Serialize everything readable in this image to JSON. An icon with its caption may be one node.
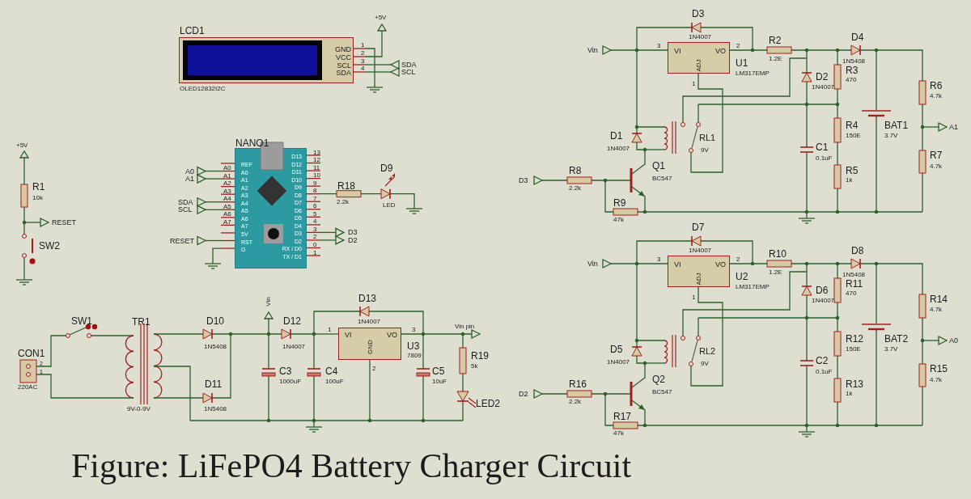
{
  "diagram": {
    "title": "Figure: LiFePO4 Battery Charger Circuit",
    "nodes": [
      {
        "text": [
          "LCD1",
          "GND",
          "VCC",
          "SCL",
          "SDA"
        ],
        "beside": [
          "OLED12832I2C"
        ]
      },
      {
        "text": [
          "NANO1",
          "REF",
          "A0",
          "A1",
          "A2",
          "A3",
          "A4",
          "A5",
          "A6",
          "A7",
          "5V",
          "RST",
          "G",
          "D13",
          "D12",
          "D11",
          "D10",
          "D9",
          "D8",
          "D7",
          "D6",
          "D5",
          "D4",
          "D3",
          "D2",
          "RX / D0",
          "TX / D1"
        ],
        "beside": [
          "A0",
          "A1",
          "A2",
          "A3",
          "A4",
          "A5",
          "A6",
          "A7",
          "13",
          "12",
          "11",
          "10",
          "9",
          "8",
          "7",
          "6",
          "5",
          "4",
          "3",
          "2",
          "0",
          "1"
        ]
      },
      {
        "text": [
          "VI",
          "VO",
          "ADJ"
        ],
        "beside": [
          "U1",
          "LM317EMP"
        ]
      },
      {
        "text": [
          "VI",
          "VO",
          "ADJ"
        ],
        "beside": [
          "U2",
          "LM317EMP"
        ]
      },
      {
        "text": [
          "VI",
          "VO",
          "GND"
        ],
        "beside": [
          "U3",
          "7809"
        ]
      }
    ],
    "labels": [
      "+5V",
      "1",
      "2",
      "3",
      "4",
      "SDA",
      "SCL",
      "+5V",
      "R1",
      "10k",
      "RESET",
      "SW2",
      "A0",
      "A1",
      "SDA",
      "SCL",
      "RESET",
      "R18",
      "2.2k",
      "D9",
      "LED",
      "D3",
      "D2",
      "SW1",
      "TR1",
      "D10",
      "1N5408",
      "Vin",
      "D12",
      "1N4007",
      "D13",
      "1N4007",
      "1",
      "3",
      "Vin pin",
      "CON1",
      "2",
      "1",
      "220AC",
      "C3",
      "1000uF",
      "C4",
      "100uF",
      "2",
      "C5",
      "10uF",
      "R19",
      "5k",
      "D11",
      "1N5408",
      "9V-0-9V",
      "LED2",
      "D3",
      "1N4007",
      "Vin",
      "3",
      "2",
      "1",
      "R2",
      "1.2E",
      "D4",
      "1N5408",
      "D2",
      "1N4007",
      "R3",
      "470",
      "R6",
      "4.7k",
      "BAT1",
      "3.7V",
      "A1",
      "R4",
      "150E",
      "RL1",
      "9V",
      "D1",
      "1N4007",
      "C1",
      "0.1uF",
      "R7",
      "4.7k",
      "Q1",
      "BC547",
      "R5",
      "1k",
      "D3",
      "R8",
      "2.2k",
      "R9",
      "47k",
      "D7",
      "1N4007",
      "Vin",
      "3",
      "2",
      "1",
      "R10",
      "1.2E",
      "D8",
      "1N5408",
      "D6",
      "1N4007",
      "R11",
      "470",
      "R14",
      "4.7k",
      "BAT2",
      "3.7V",
      "A0",
      "R12",
      "150E",
      "RL2",
      "9V",
      "D5",
      "1N4007",
      "C2",
      "0.1uF",
      "R15",
      "4.7k",
      "Q2",
      "BC547",
      "R13",
      "1k",
      "D2",
      "R16",
      "2.2k",
      "R17",
      "47k"
    ]
  }
}
